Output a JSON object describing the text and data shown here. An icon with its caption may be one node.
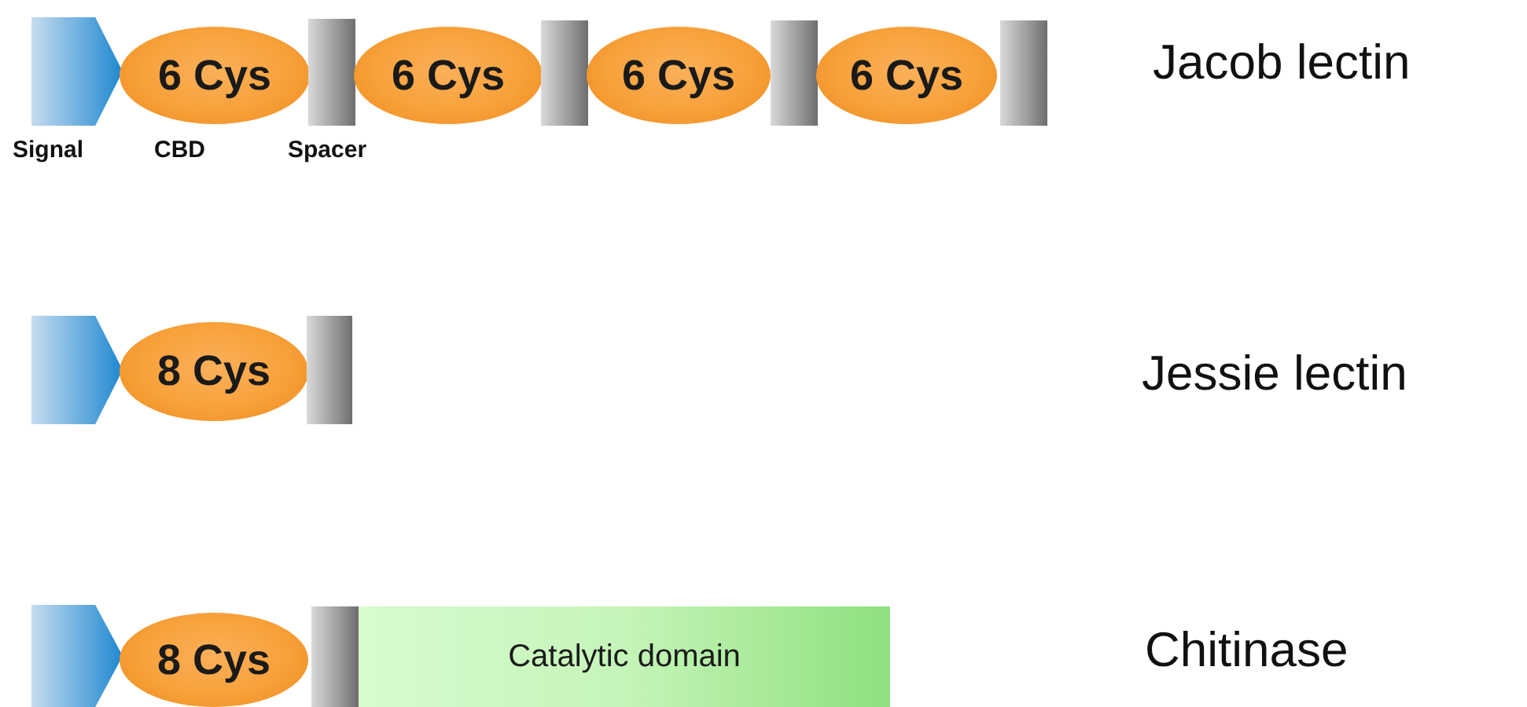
{
  "diagram": {
    "nodes": [
      {
        "text": [],
        "shape": "pentagon"
      },
      {
        "text": [
          "6 Cys"
        ]
      },
      {
        "text": [],
        "shape": "bar"
      },
      {
        "text": [
          "6 Cys"
        ]
      },
      {
        "text": [],
        "shape": "bar"
      },
      {
        "text": [
          "6 Cys"
        ]
      },
      {
        "text": [],
        "shape": "bar"
      },
      {
        "text": [
          "6 Cys"
        ]
      },
      {
        "text": [],
        "shape": "bar"
      },
      {
        "text": [],
        "shape": "pentagon"
      },
      {
        "text": [
          "8 Cys"
        ]
      },
      {
        "text": [],
        "shape": "bar"
      },
      {
        "text": [],
        "shape": "pentagon"
      },
      {
        "text": [
          "8 Cys"
        ]
      },
      {
        "text": [],
        "shape": "bar"
      },
      {
        "text": [
          "Catalytic domain"
        ]
      }
    ],
    "labels": [
      "Jacob lectin",
      "Signal",
      "CBD",
      "Spacer",
      "Jessie lectin",
      "Chitinase"
    ]
  }
}
